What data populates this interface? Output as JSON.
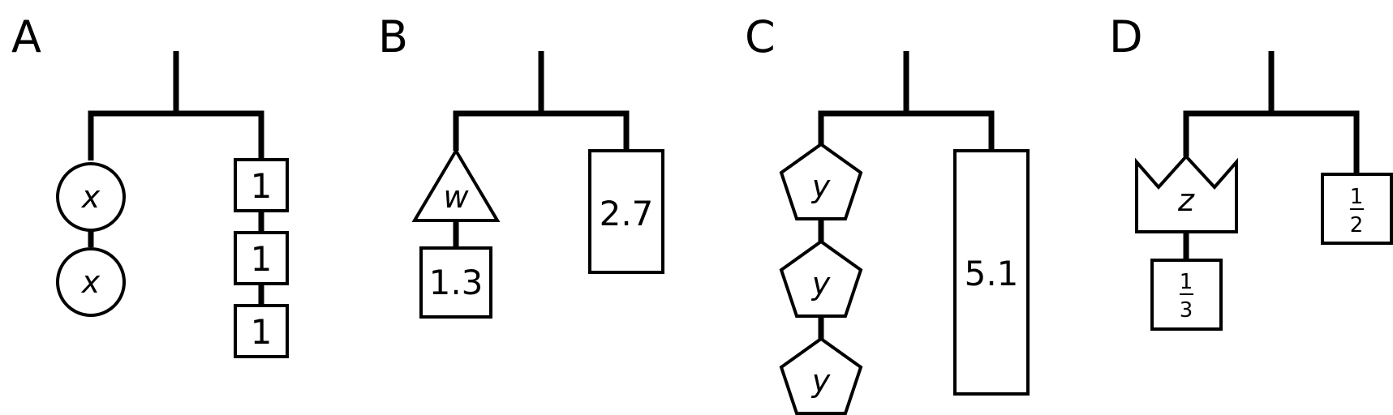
{
  "diagram": {
    "type": "hanger diagrams",
    "stroke_color": "#000000",
    "background": "#ffffff",
    "panels": [
      {
        "label": "A",
        "left": [
          {
            "shape": "circle",
            "text": "x"
          },
          {
            "shape": "circle",
            "text": "x"
          }
        ],
        "right": [
          {
            "shape": "square",
            "text": "1"
          },
          {
            "shape": "square",
            "text": "1"
          },
          {
            "shape": "square",
            "text": "1"
          }
        ]
      },
      {
        "label": "B",
        "left": [
          {
            "shape": "triangle",
            "text": "w"
          },
          {
            "shape": "square",
            "text": "1.3"
          }
        ],
        "right": [
          {
            "shape": "rectangle",
            "text": "2.7"
          }
        ]
      },
      {
        "label": "C",
        "left": [
          {
            "shape": "pentagon",
            "text": "y"
          },
          {
            "shape": "pentagon",
            "text": "y"
          },
          {
            "shape": "pentagon",
            "text": "y"
          }
        ],
        "right": [
          {
            "shape": "tall-rectangle",
            "text": "5.1"
          }
        ]
      },
      {
        "label": "D",
        "left": [
          {
            "shape": "crown",
            "text": "z"
          },
          {
            "shape": "square",
            "text": "1/3",
            "numerator": "1",
            "denominator": "3"
          }
        ],
        "right": [
          {
            "shape": "square",
            "text": "1/2",
            "numerator": "1",
            "denominator": "2"
          }
        ]
      }
    ]
  }
}
